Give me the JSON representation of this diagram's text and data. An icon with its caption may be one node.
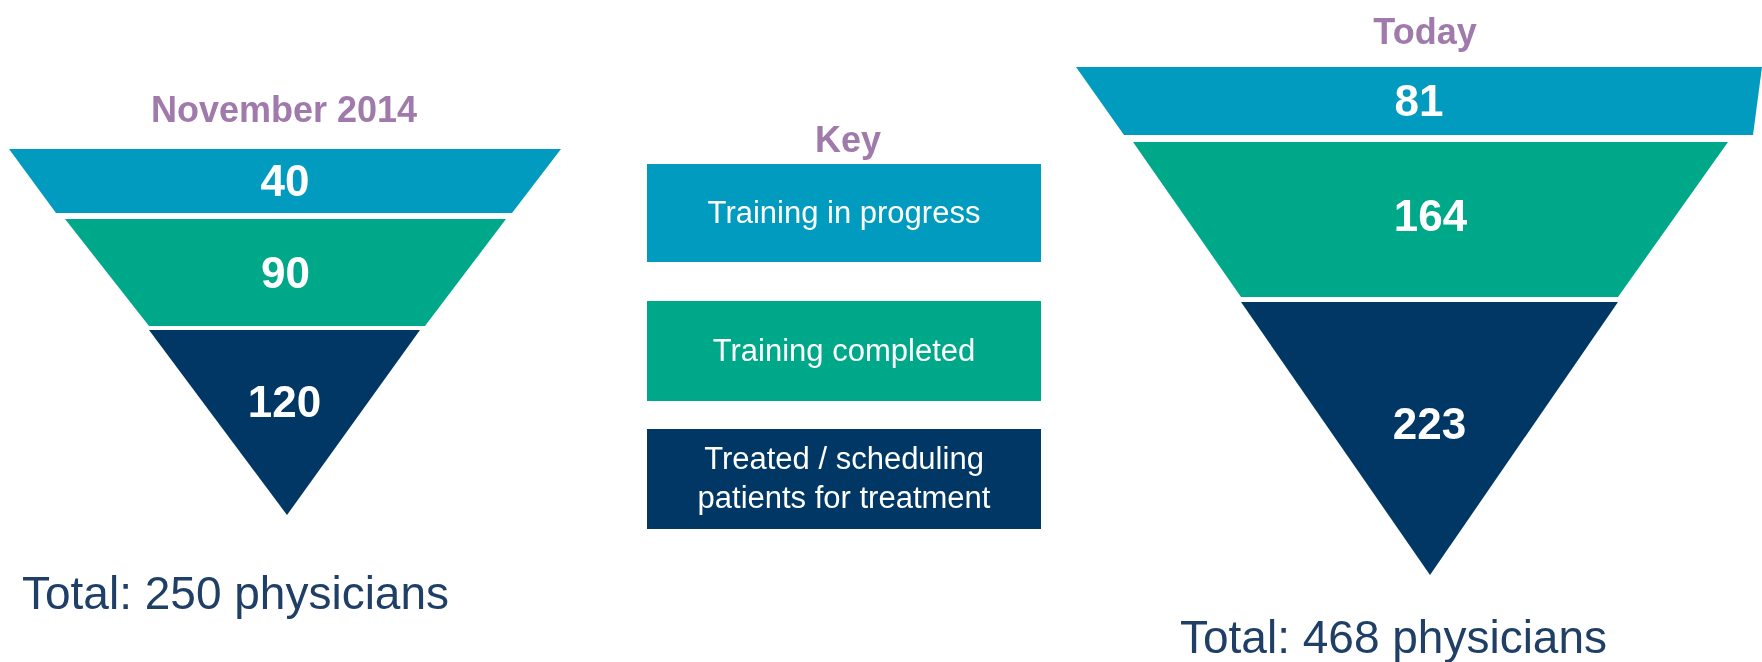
{
  "diagram": {
    "nodes": [
      {
        "text": [
          "40"
        ]
      },
      {
        "text": [
          "90"
        ]
      },
      {
        "text": [
          "120"
        ]
      },
      {
        "text": [
          "81"
        ]
      },
      {
        "text": [
          "164"
        ]
      },
      {
        "text": [
          "223"
        ]
      }
    ],
    "labels": [
      "Today",
      "November 2014",
      "Key",
      "Total: 250 physicians",
      "Total: 468 physicians"
    ],
    "legend": [
      {
        "text": "Training in progress",
        "color": "#009bbf"
      },
      {
        "text": "Training completed",
        "color": "#00a88a"
      },
      {
        "text": "Treated / scheduling patients for treatment",
        "color": "#003764"
      }
    ]
  }
}
